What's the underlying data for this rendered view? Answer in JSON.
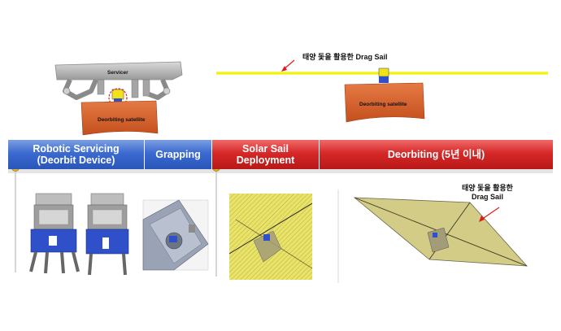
{
  "top_left": {
    "servicer_label": "Servicer",
    "satellite_label": "Deorbiting satellite"
  },
  "top_right": {
    "drag_sail_label": "태양 돛을 활용한 Drag Sail",
    "satellite_label": "Deorbiting satellite"
  },
  "timeline": {
    "phases": [
      {
        "line1": "Robotic Servicing",
        "line2": "(Deorbit Device)",
        "color": "blue"
      },
      {
        "line1": "Grapping",
        "line2": "",
        "color": "blue"
      },
      {
        "line1": "Solar Sail",
        "line2": "Deployment",
        "color": "red"
      },
      {
        "line1": "Deorbiting (5년 이내)",
        "line2": "",
        "color": "red"
      }
    ]
  },
  "bottom_right": {
    "drag_sail_line1": "태양 돛을 활용한",
    "drag_sail_line2": "Drag Sail"
  },
  "colors": {
    "sail_yellow": "#f2f20a",
    "satellite_orange": "#d9622b",
    "phase_blue": "#3b6ad0",
    "phase_red": "#d62828",
    "sail_olive": "#cfc77a"
  }
}
